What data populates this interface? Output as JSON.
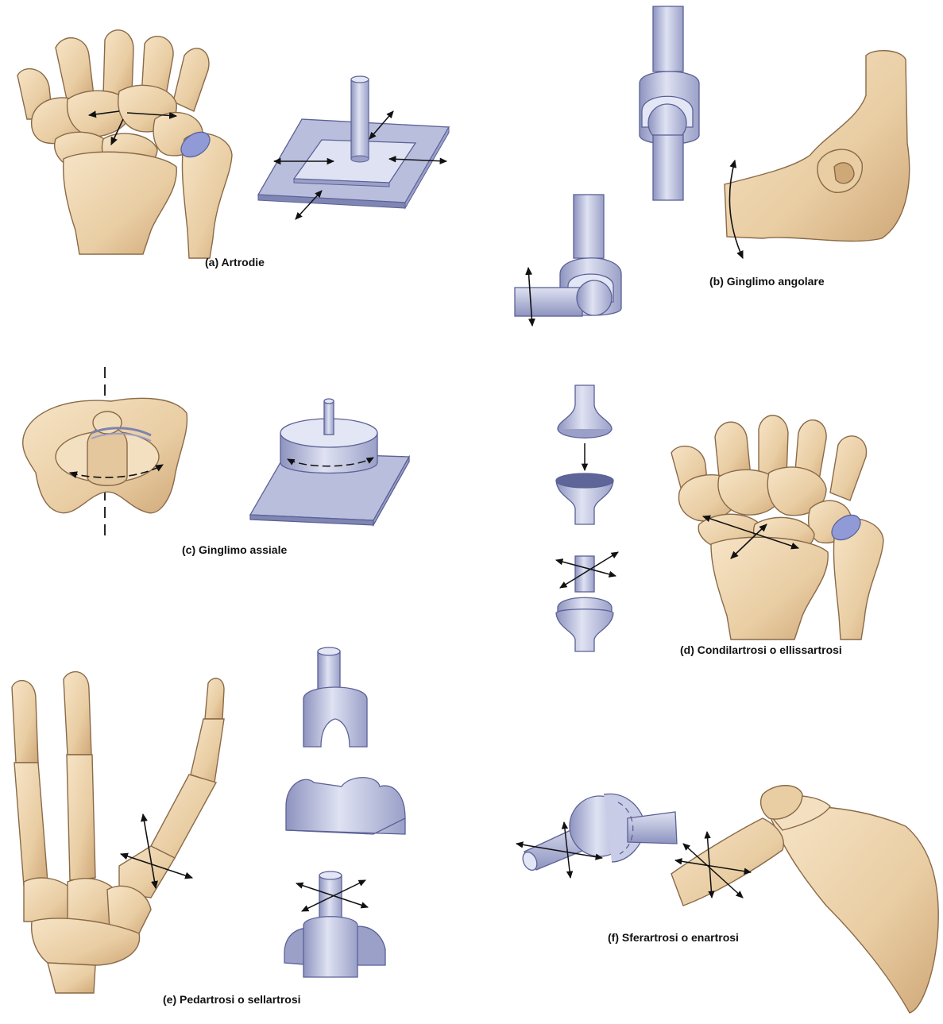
{
  "captions": {
    "a": "(a) Artrodie",
    "b": "(b) Ginglimo angolare",
    "c": "(c) Ginglimo assiale",
    "d": "(d) Condilartrosi o ellissartrosi",
    "e": "(e) Pedartrosi o sellartrosi",
    "f": "(f) Sferartrosi o enartrosi"
  },
  "colors": {
    "bone": "#ecd3ad",
    "bone_shade": "#cfa878",
    "bone_outline": "#8a6a48",
    "model": "#b9bedd",
    "model_shade": "#7f86b3",
    "model_light": "#e3e6f4",
    "cartilage": "#8f9ad6",
    "arrow": "#111111"
  }
}
